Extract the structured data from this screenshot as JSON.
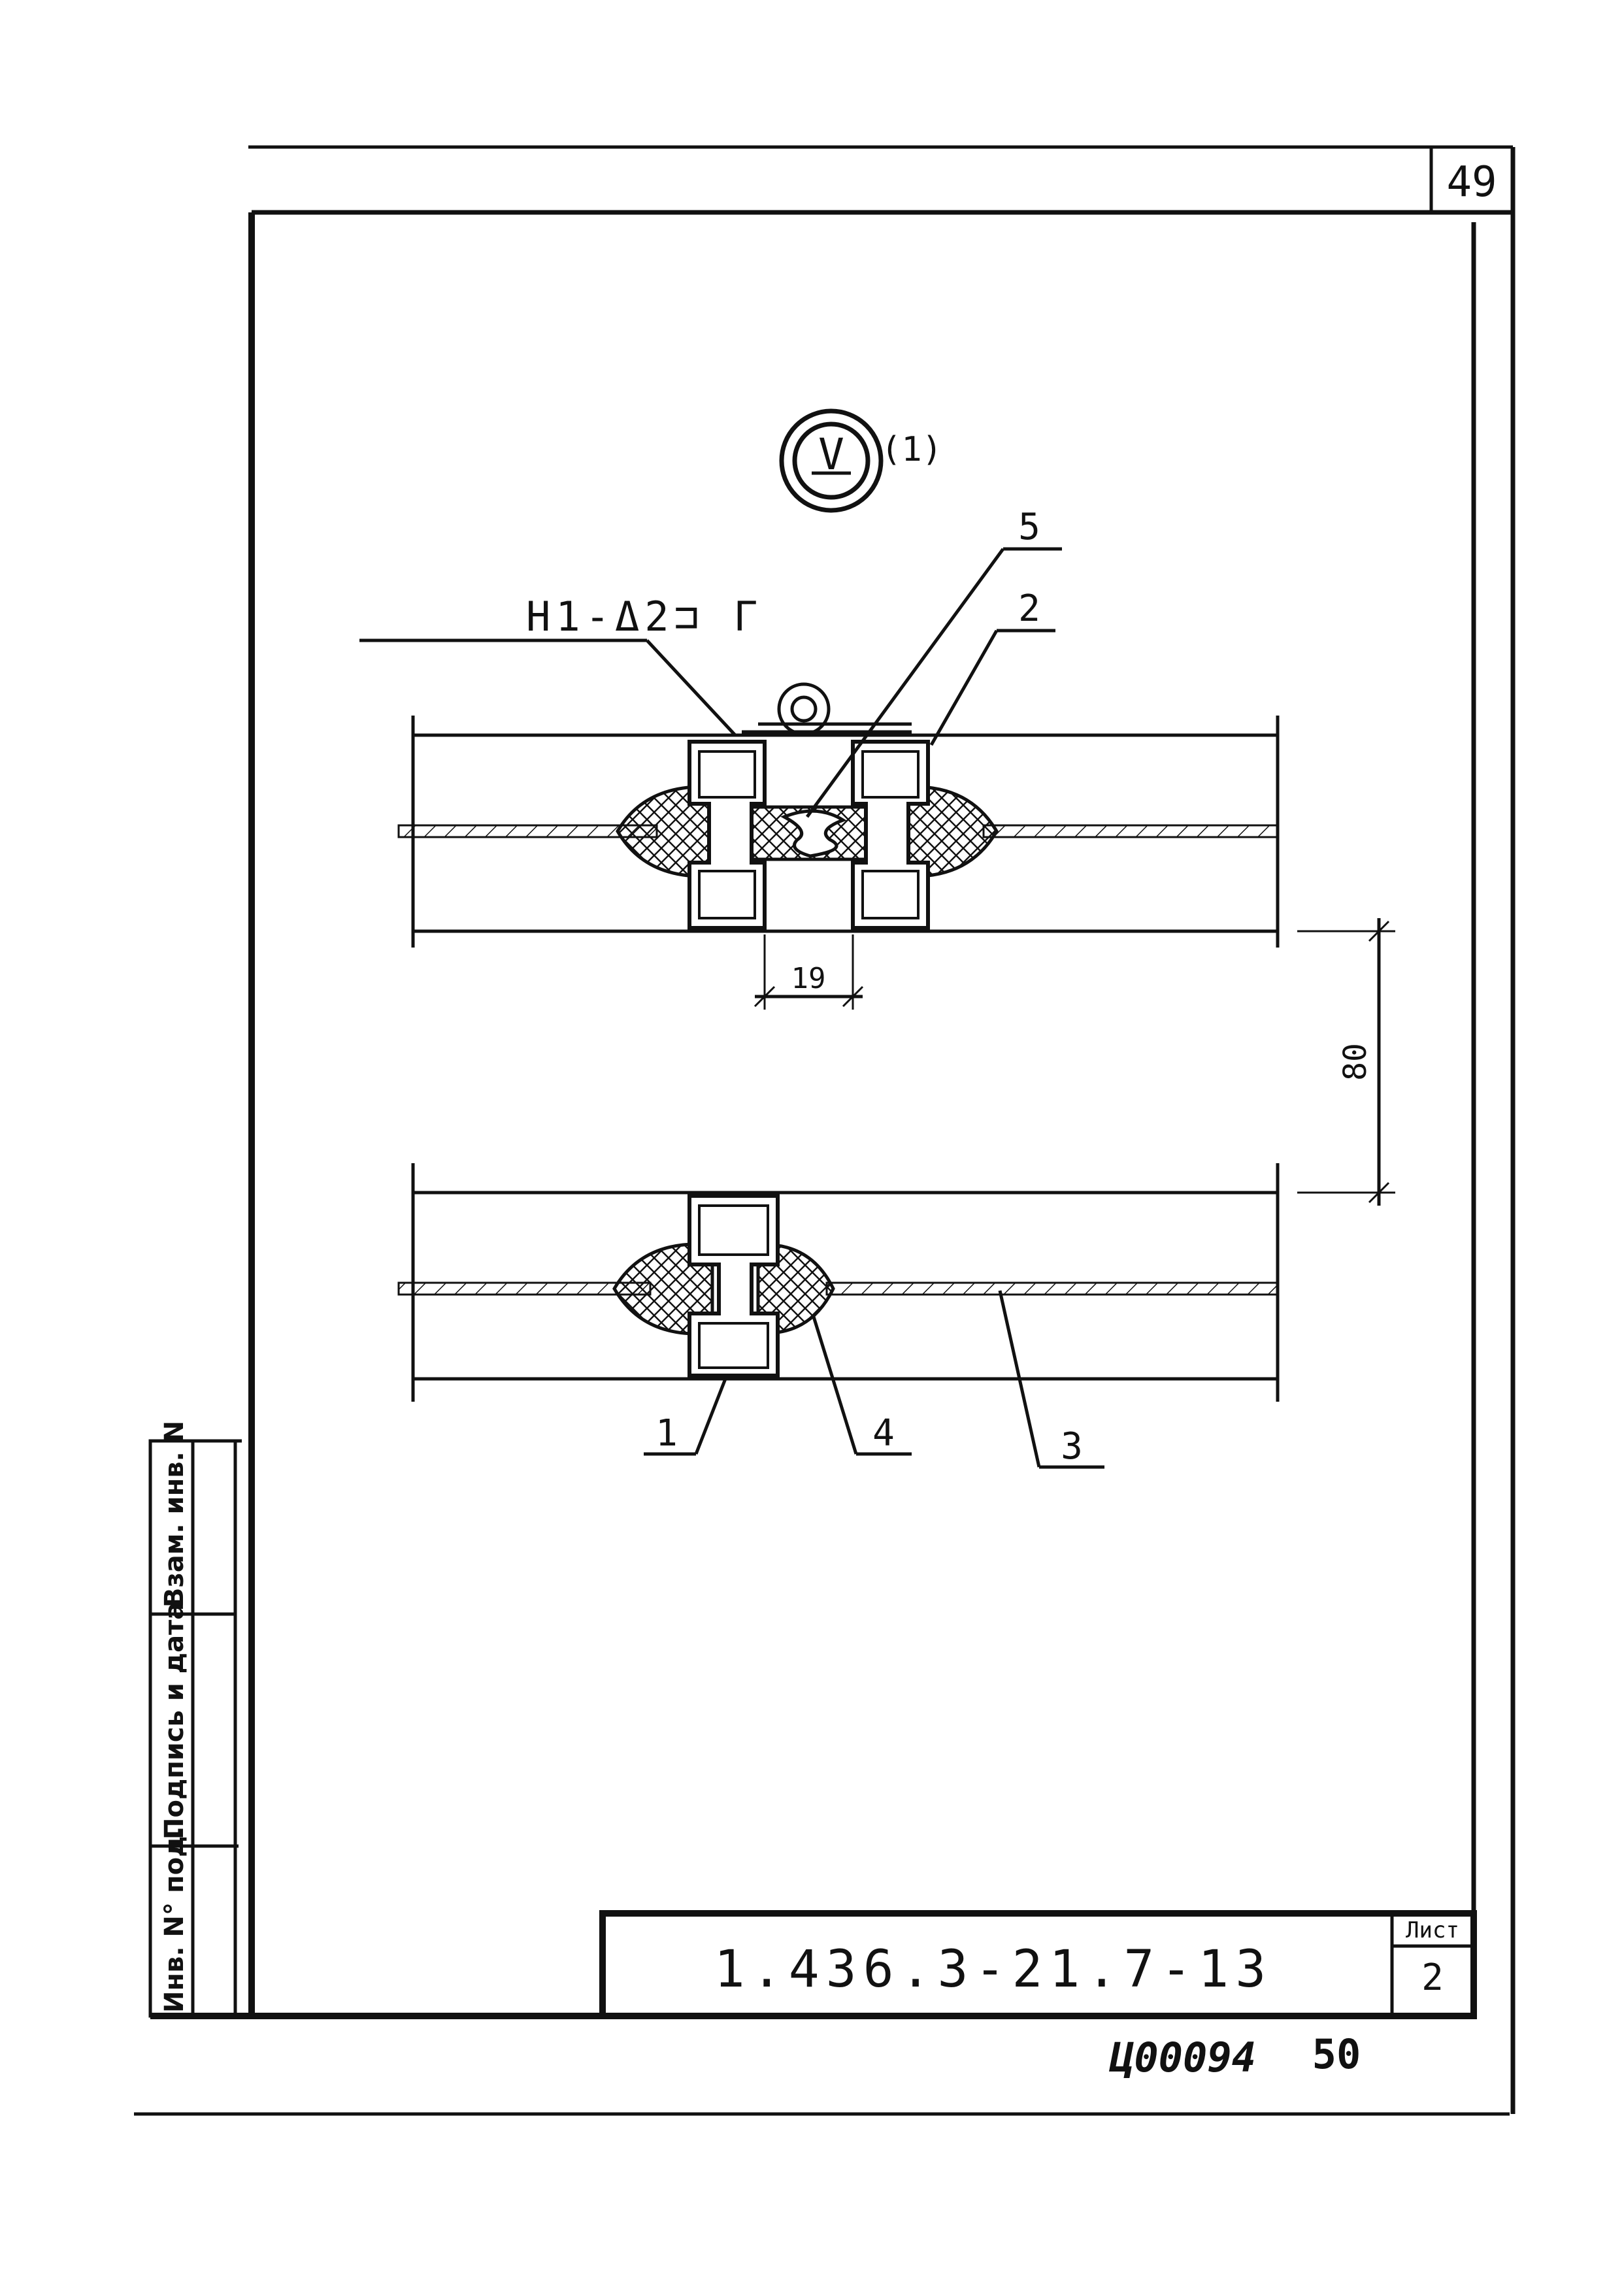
{
  "sheet": {
    "page_number_top": "49",
    "page_number_bottom": "50",
    "archive_code": "Ц00094",
    "document_code": "1.436.3-21.7-13",
    "sheet_label": "Лист",
    "sheet_number": "2"
  },
  "detail": {
    "marker": "V",
    "sub_marker": "(1)",
    "weld_note": "H1-Δ2⊐ Г",
    "dimension_gap": "19",
    "dimension_spacing": "80"
  },
  "callouts": [
    {
      "id": "1",
      "text": "1"
    },
    {
      "id": "2",
      "text": "2"
    },
    {
      "id": "3",
      "text": "3"
    },
    {
      "id": "4",
      "text": "4"
    },
    {
      "id": "5",
      "text": "5"
    }
  ],
  "side_stamp": [
    {
      "text": "Инв. N° под."
    },
    {
      "text": "Подпись и дата"
    },
    {
      "text": "Взам. инв. N"
    }
  ],
  "colors": {
    "ink": "#111111",
    "paper": "#ffffff"
  }
}
